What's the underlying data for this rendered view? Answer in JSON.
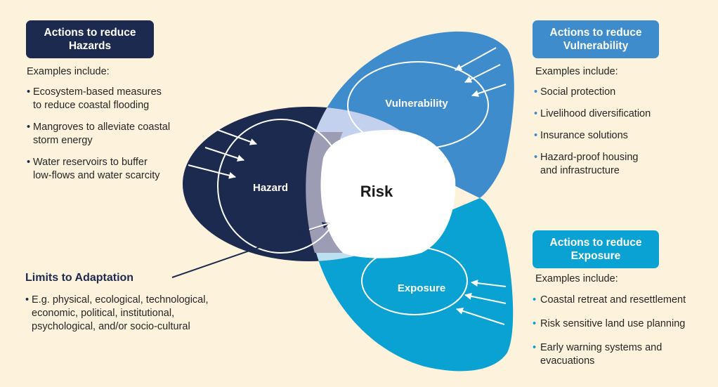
{
  "hazards": {
    "header": [
      "Actions to reduce",
      "Hazards"
    ],
    "intro": "Examples include:",
    "items": [
      [
        "Ecosystem-based measures",
        "to reduce coastal flooding"
      ],
      [
        "Mangroves to alleviate coastal",
        "storm energy"
      ],
      [
        "Water reservoirs to buffer",
        "low-flows and water scarcity"
      ]
    ]
  },
  "vulnerability": {
    "header": [
      "Actions to reduce",
      "Vulnerability"
    ],
    "intro": "Examples include:",
    "items": [
      [
        "Social protection"
      ],
      [
        "Livelihood diversification"
      ],
      [
        "Insurance solutions"
      ],
      [
        "Hazard-proof housing",
        "and infrastructure"
      ]
    ]
  },
  "exposure": {
    "header": [
      "Actions to reduce",
      "Exposure"
    ],
    "intro": "Examples include:",
    "items": [
      [
        "Coastal retreat and resettlement"
      ],
      [
        "Risk sensitive land use planning"
      ],
      [
        "Early warning systems and",
        "evacuations"
      ]
    ]
  },
  "limits": {
    "title": "Limits to Adaptation",
    "items": [
      [
        "E.g. physical, ecological, technological,",
        "economic, political, institutional,",
        "psychological, and/or socio-cultural"
      ]
    ]
  },
  "diagram": {
    "hazard_label": "Hazard",
    "vulnerability_label": "Vulnerability",
    "exposure_label": "Exposure",
    "risk_label": "Risk"
  },
  "colors": {
    "background": "#fdf3dc",
    "hazard": "#1b2a4e",
    "vulnerability": "#3e8ccc",
    "exposure": "#0aa2d2",
    "hazard_vulnerability_overlap": "#c3d0ee",
    "hazard_exposure_overlap": "#bde0f0",
    "hazard_ring": "#9c9cb4",
    "text": "#262626"
  }
}
